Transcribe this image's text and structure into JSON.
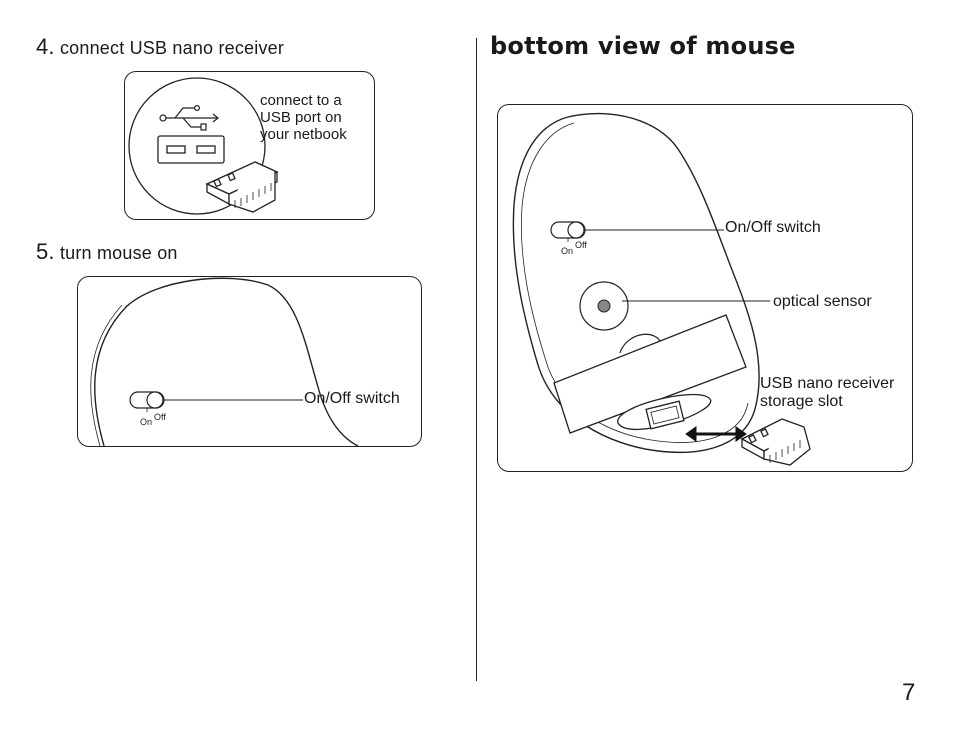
{
  "left": {
    "step4": {
      "number": "4.",
      "label": "connect USB nano receiver"
    },
    "usb_callout": [
      "connect to a",
      "USB port on",
      "your netbook"
    ],
    "step5": {
      "number": "5.",
      "label": "turn mouse on"
    },
    "switch_callout": "On/Off switch",
    "switch_on_label": "On",
    "switch_off_label": "Off"
  },
  "right": {
    "heading": "bottom view of mouse",
    "switch_callout": "On/Off switch",
    "sensor_callout": "optical sensor",
    "storage_callout": [
      "USB nano receiver",
      "storage slot"
    ],
    "switch_on_label": "On",
    "switch_off_label": "Off"
  },
  "page_number": "7"
}
